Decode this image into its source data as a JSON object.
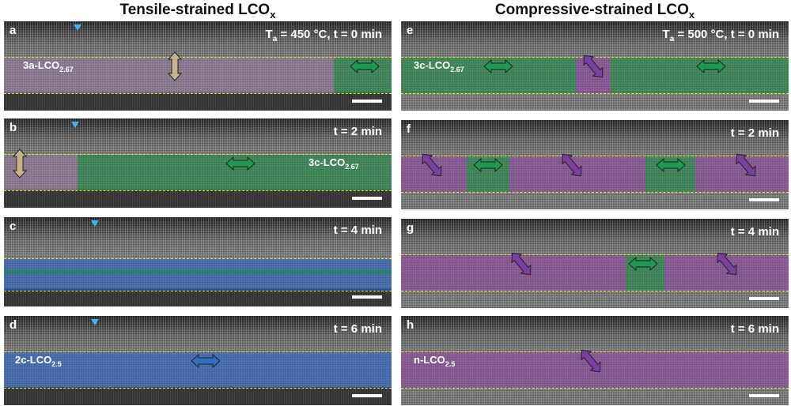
{
  "titles": {
    "left_main": "Tensile-strained LCO",
    "left_sub": "x",
    "right_main": "Compressive-strained LCO",
    "right_sub": "x"
  },
  "colors": {
    "tan": "#c8b48a",
    "green": "#1e9a50",
    "purple": "#7a3fa0",
    "blue": "#2f6fc0",
    "triangle": "#3ab7e8",
    "guide": "#e5e52a"
  },
  "panels": {
    "a": {
      "letter": "a",
      "time_pre": "T",
      "time_sub": "a",
      "time_post": " = 450 °C, t = 0 min",
      "label_main": "3a-LCO",
      "label_sub": "2.67"
    },
    "b": {
      "letter": "b",
      "time": "t = 2 min",
      "label_main": "3c-LCO",
      "label_sub": "2.67"
    },
    "c": {
      "letter": "c",
      "time": "t = 4 min"
    },
    "d": {
      "letter": "d",
      "time": "t = 6 min",
      "label_main": "2c-LCO",
      "label_sub": "2.5"
    },
    "e": {
      "letter": "e",
      "time_pre": "T",
      "time_sub": "a",
      "time_post": " = 500 °C, t = 0 min",
      "label_main": "3c-LCO",
      "label_sub": "2.67"
    },
    "f": {
      "letter": "f",
      "time": "t = 2 min"
    },
    "g": {
      "letter": "g",
      "time": "t = 4 min"
    },
    "h": {
      "letter": "h",
      "time": "t = 6 min",
      "label_main": "n-LCO",
      "label_sub": "2.5"
    }
  }
}
